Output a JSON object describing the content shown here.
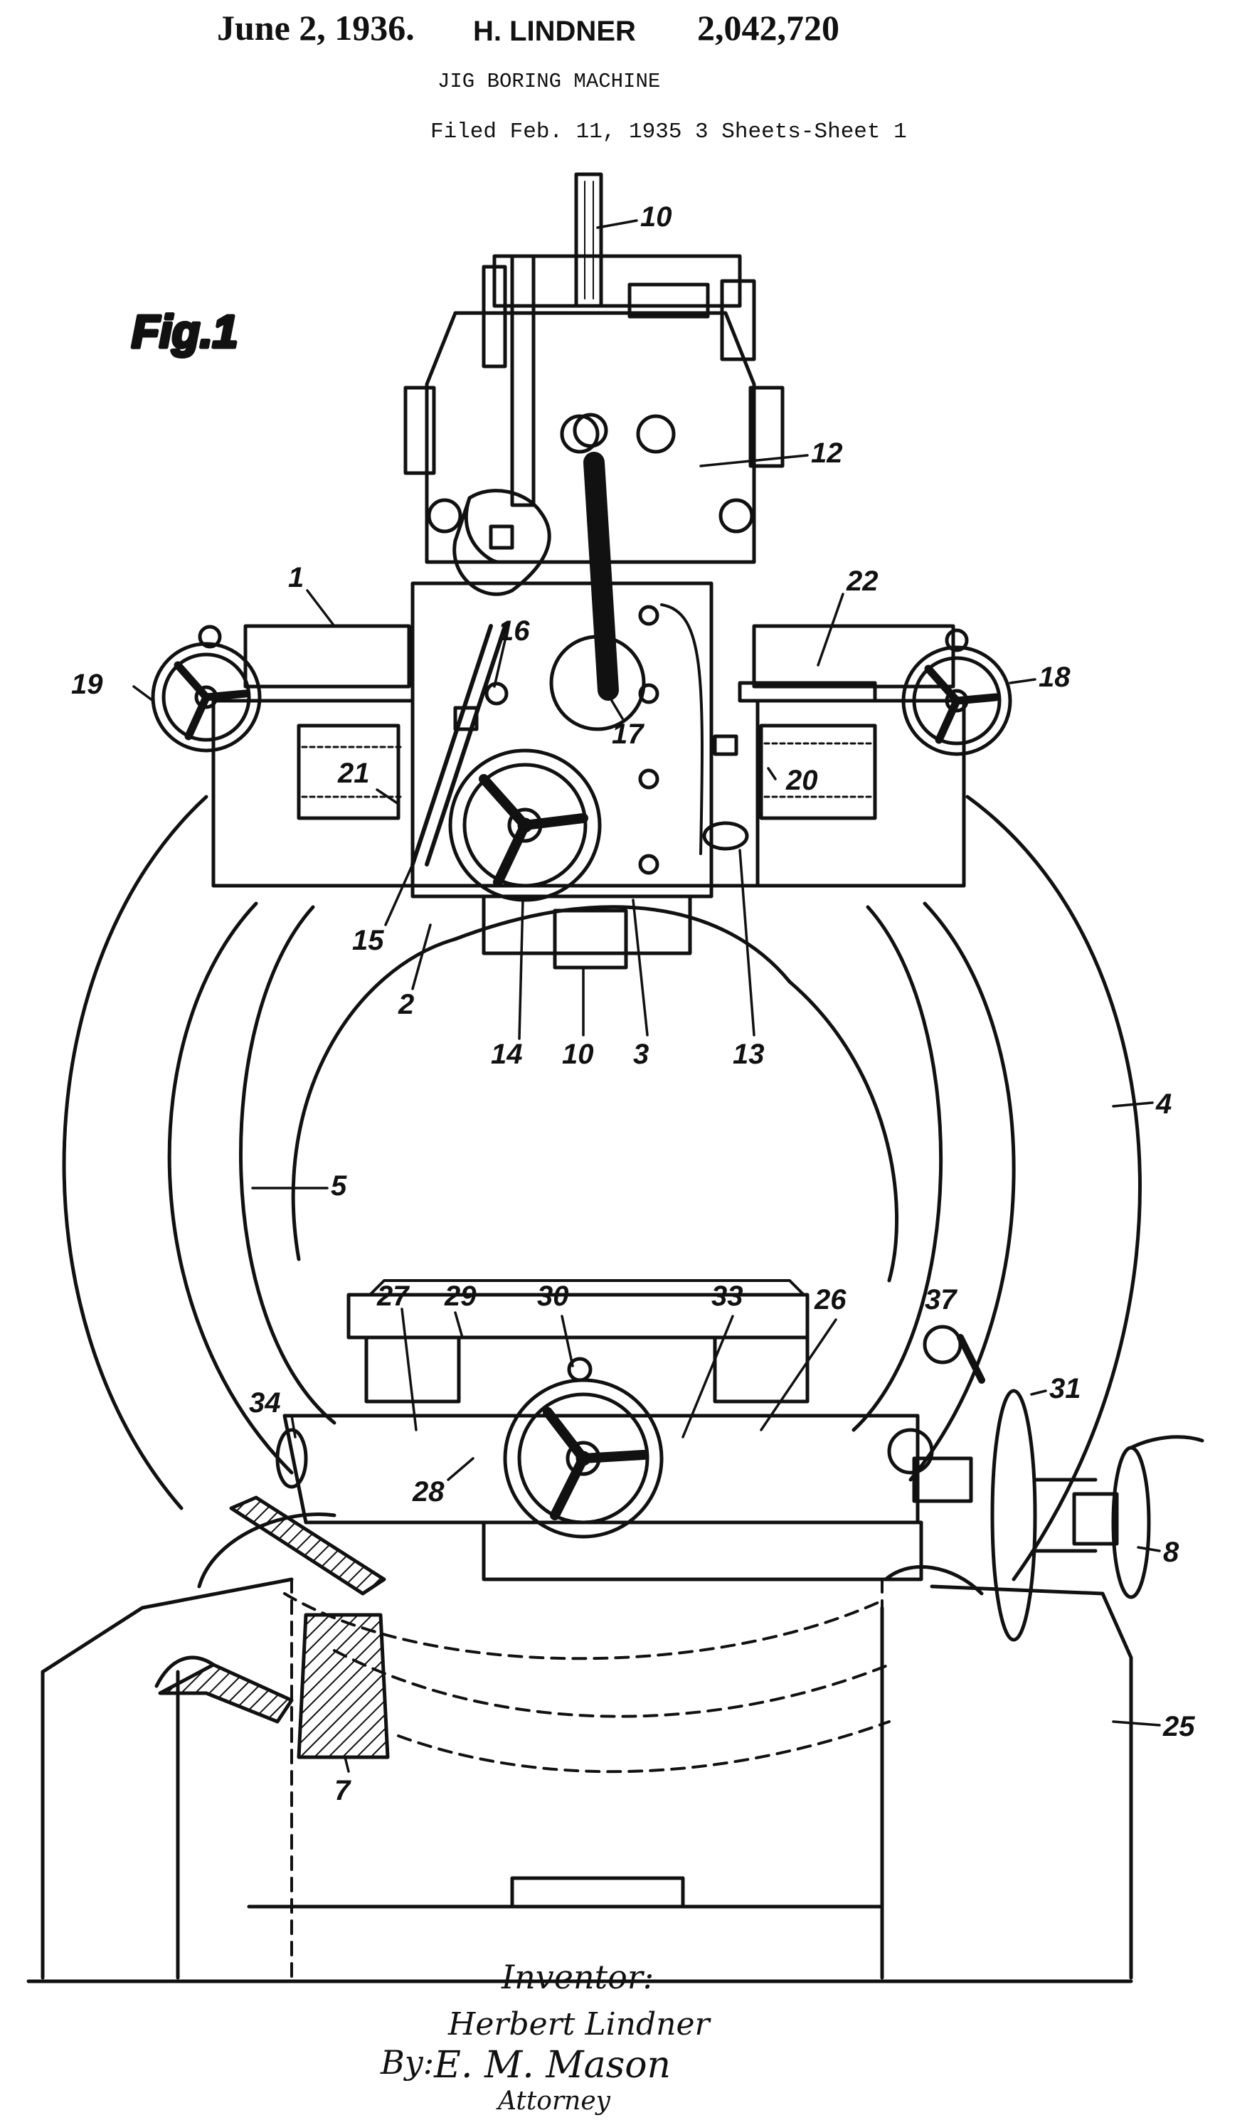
{
  "header": {
    "date": "June 2, 1936.",
    "inventor": "H. LINDNER",
    "patent_number": "2,042,720",
    "title": "JIG BORING MACHINE",
    "filed": "Filed Feb. 11, 1935  3 Sheets-Sheet 1"
  },
  "figure": {
    "label": "Fig.1",
    "reference_numerals": [
      "10",
      "12",
      "1",
      "22",
      "19",
      "16",
      "18",
      "17",
      "21",
      "20",
      "15",
      "2",
      "14",
      "10",
      "3",
      "13",
      "4",
      "5",
      "27",
      "29",
      "30",
      "33",
      "26",
      "37",
      "34",
      "31",
      "28",
      "8",
      "25",
      "7"
    ]
  },
  "signature": {
    "inventor_label": "Inventor:",
    "inventor_name": "Herbert Lindner",
    "by_label": "By:",
    "attorney_name": "E. M. Mason",
    "attorney_label": "Attorney"
  }
}
